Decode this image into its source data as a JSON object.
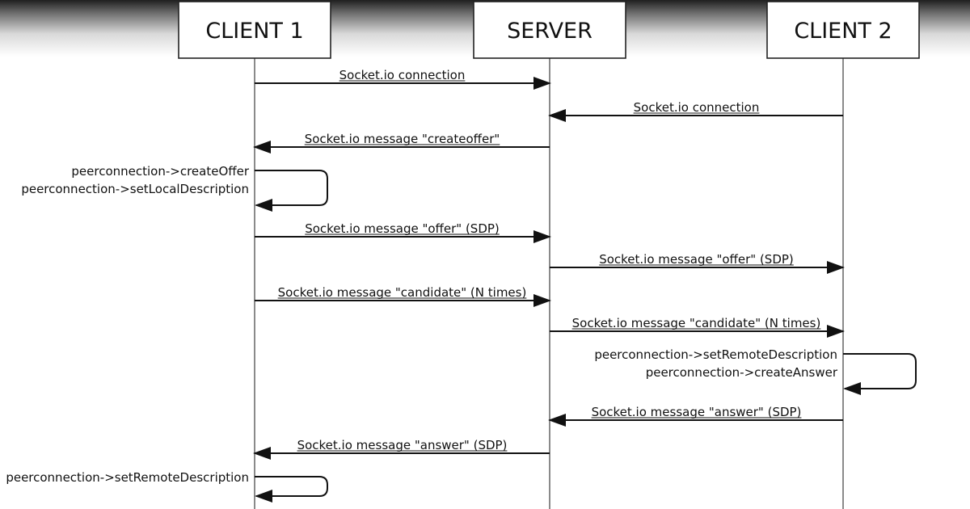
{
  "header": {
    "background_gradient": [
      "#1f1f1f",
      "#d9d9d9",
      "#ffffff"
    ]
  },
  "actors": [
    {
      "id": "client1",
      "label": "CLIENT 1"
    },
    {
      "id": "server",
      "label": "SERVER"
    },
    {
      "id": "client2",
      "label": "CLIENT 2"
    }
  ],
  "messages": [
    {
      "from": "client1",
      "to": "server",
      "label": "Socket.io connection"
    },
    {
      "from": "client2",
      "to": "server",
      "label": "Socket.io connection"
    },
    {
      "from": "server",
      "to": "client1",
      "label": "Socket.io message \"createoffer\""
    },
    {
      "self": "client1",
      "side": "left",
      "lines": [
        "peerconnection->createOffer",
        "peerconnection->setLocalDescription"
      ]
    },
    {
      "from": "client1",
      "to": "server",
      "label": "Socket.io message \"offer\" (SDP)"
    },
    {
      "from": "server",
      "to": "client2",
      "label": "Socket.io message \"offer\" (SDP)"
    },
    {
      "from": "client1",
      "to": "server",
      "label": "Socket.io message \"candidate\" (N times)"
    },
    {
      "from": "server",
      "to": "client2",
      "label": "Socket.io message \"candidate\" (N times)"
    },
    {
      "self": "client2",
      "side": "left",
      "lines": [
        "peerconnection->setRemoteDescription",
        "peerconnection->createAnswer"
      ]
    },
    {
      "from": "client2",
      "to": "server",
      "label": "Socket.io message \"answer\" (SDP)"
    },
    {
      "from": "server",
      "to": "client1",
      "label": "Socket.io message \"answer\" (SDP)"
    },
    {
      "self": "client1",
      "side": "left",
      "lines": [
        "peerconnection->setRemoteDescription"
      ]
    }
  ]
}
